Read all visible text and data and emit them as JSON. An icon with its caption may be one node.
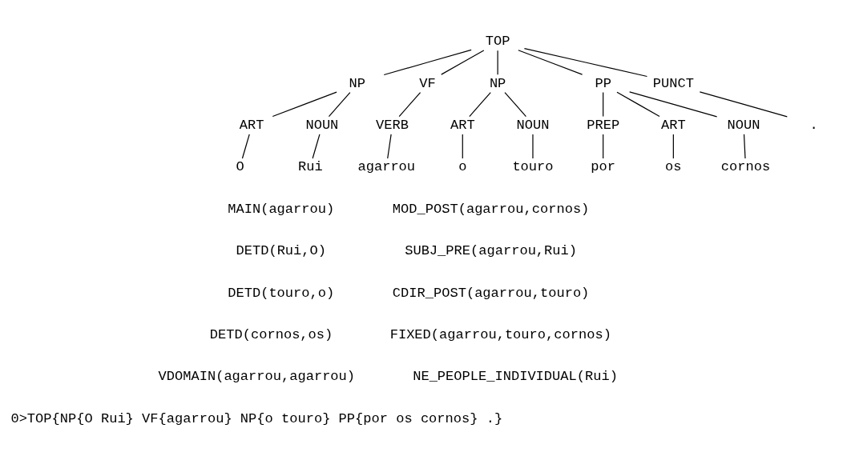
{
  "diagram": {
    "nodes": [
      {
        "text": [
          "TOP"
        ]
      },
      {
        "text": [
          "NP"
        ]
      },
      {
        "text": [
          "VF"
        ]
      },
      {
        "text": [
          "NP"
        ]
      },
      {
        "text": [
          "PP"
        ]
      },
      {
        "text": [
          "PUNCT"
        ]
      },
      {
        "text": [
          "ART"
        ]
      },
      {
        "text": [
          "NOUN"
        ]
      },
      {
        "text": [
          "VERB"
        ]
      },
      {
        "text": [
          "ART"
        ]
      },
      {
        "text": [
          "NOUN"
        ]
      },
      {
        "text": [
          "PREP"
        ]
      },
      {
        "text": [
          "ART"
        ]
      },
      {
        "text": [
          "NOUN"
        ]
      },
      {
        "text": [
          "."
        ]
      },
      {
        "text": [
          "O"
        ]
      },
      {
        "text": [
          "Rui"
        ]
      },
      {
        "text": [
          "agarrou"
        ]
      },
      {
        "text": [
          "o"
        ]
      },
      {
        "text": [
          "touro"
        ]
      },
      {
        "text": [
          "por"
        ]
      },
      {
        "text": [
          "os"
        ]
      },
      {
        "text": [
          "cornos"
        ]
      }
    ],
    "edges": [
      {
        "from": 0,
        "to": 1,
        "arrow": "none"
      },
      {
        "from": 0,
        "to": 2,
        "arrow": "none"
      },
      {
        "from": 0,
        "to": 3,
        "arrow": "none"
      },
      {
        "from": 0,
        "to": 4,
        "arrow": "none"
      },
      {
        "from": 0,
        "to": 5,
        "arrow": "none"
      },
      {
        "from": 1,
        "to": 6,
        "arrow": "none"
      },
      {
        "from": 1,
        "to": 7,
        "arrow": "none"
      },
      {
        "from": 2,
        "to": 8,
        "arrow": "none"
      },
      {
        "from": 3,
        "to": 9,
        "arrow": "none"
      },
      {
        "from": 3,
        "to": 10,
        "arrow": "none"
      },
      {
        "from": 4,
        "to": 11,
        "arrow": "none"
      },
      {
        "from": 4,
        "to": 12,
        "arrow": "none"
      },
      {
        "from": 4,
        "to": 13,
        "arrow": "none"
      },
      {
        "from": 5,
        "to": 14,
        "arrow": "none"
      },
      {
        "from": 6,
        "to": 15,
        "arrow": "none"
      },
      {
        "from": 7,
        "to": 16,
        "arrow": "none"
      },
      {
        "from": 8,
        "to": 17,
        "arrow": "none"
      },
      {
        "from": 9,
        "to": 18,
        "arrow": "none"
      },
      {
        "from": 10,
        "to": 19,
        "arrow": "none"
      },
      {
        "from": 11,
        "to": 20,
        "arrow": "none"
      },
      {
        "from": 12,
        "to": 21,
        "arrow": "none"
      },
      {
        "from": 13,
        "to": 22,
        "arrow": "none"
      }
    ],
    "labels": [
      "MAIN(agarrou)",
      "MOD_POST(agarrou,cornos)",
      "DETD(Rui,O)",
      "SUBJ_PRE(agarrou,Rui)",
      "DETD(touro,o)",
      "CDIR_POST(agarrou,touro)",
      "DETD(cornos,os)",
      "FIXED(agarrou,touro,cornos)",
      "VDOMAIN(agarrou,agarrou)",
      "NE_PEOPLE_INDIVIDUAL(Rui)",
      "0>TOP{NP{O Rui} VF{agarrou} NP{o touro} PP{por os cornos} .}"
    ]
  }
}
